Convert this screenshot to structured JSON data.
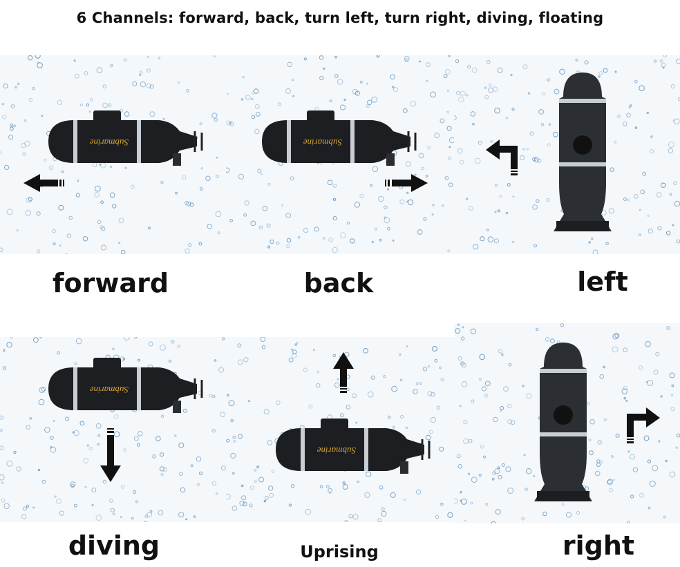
{
  "title": "6 Channels: forward, back, turn left, turn right, diving, floating",
  "panels": [
    {
      "label": "forward",
      "hull_text": "Submarine",
      "arrow": "left-arrow-icon"
    },
    {
      "label": "back",
      "hull_text": "Submarine",
      "arrow": "right-arrow-icon"
    },
    {
      "label": "left",
      "arrow": "turn-left-arrow-icon"
    },
    {
      "label": "diving",
      "hull_text": "Submarine",
      "arrow": "down-arrow-icon"
    },
    {
      "label": "Uprising",
      "hull_text": "Submarine",
      "arrow": "up-arrow-icon"
    },
    {
      "label": "right",
      "arrow": "turn-right-arrow-icon"
    }
  ],
  "colors": {
    "water": "#5b8db8",
    "hull": "#1c1e21",
    "stripe": "#c9ced4",
    "accent": "#d8a431"
  }
}
